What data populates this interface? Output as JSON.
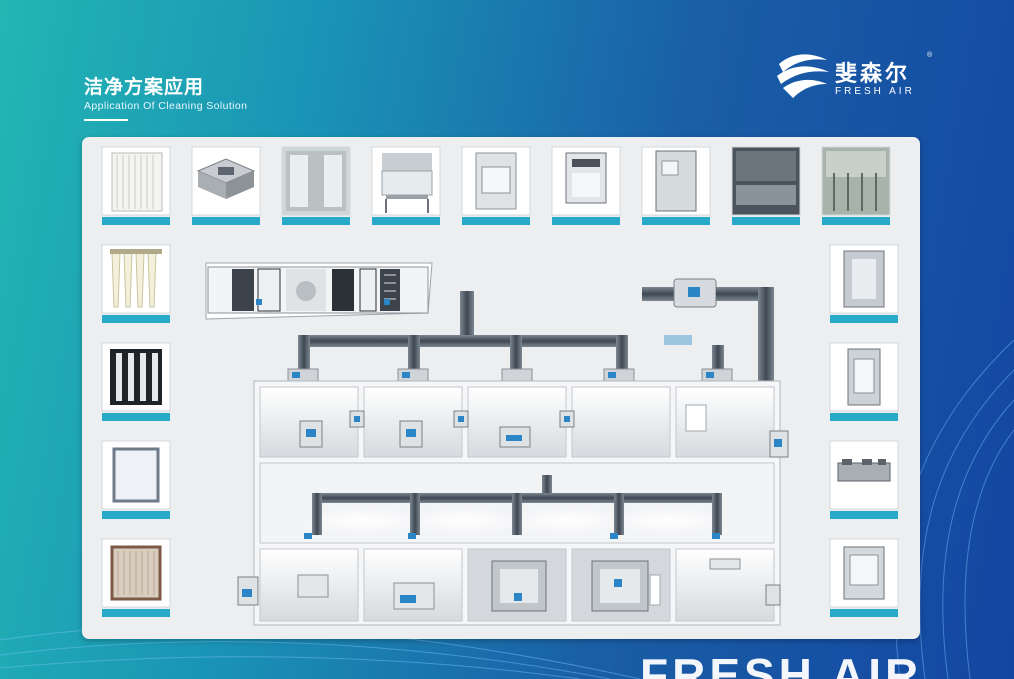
{
  "header": {
    "title_cn": "洁净方案应用",
    "title_en": "Application Of Cleaning Solution"
  },
  "logo": {
    "name_cn": "斐森尔",
    "name_en": "FRESH AIR",
    "registered_mark": "®"
  },
  "watermark": {
    "text": "FRESH AIR"
  },
  "colors": {
    "bg_left": "#22b6b3",
    "bg_right": "#1346a2",
    "panel": "#eceef0",
    "label_bar": "#27a9c8",
    "duct": "#5c6773",
    "device_blue": "#2a86c6"
  },
  "catalog": {
    "top_row": [
      {
        "name": "filter-panel",
        "icon": "panel-filter-icon"
      },
      {
        "name": "fan-filter-unit",
        "icon": "ffu-icon"
      },
      {
        "name": "air-shower",
        "icon": "air-shower-icon"
      },
      {
        "name": "clean-bench",
        "icon": "clean-bench-icon"
      },
      {
        "name": "pass-box",
        "icon": "pass-box-icon"
      },
      {
        "name": "weighing-booth",
        "icon": "booth-icon"
      },
      {
        "name": "cabinet",
        "icon": "cabinet-icon"
      },
      {
        "name": "air-outlet",
        "icon": "outlet-icon"
      },
      {
        "name": "workshop",
        "icon": "workshop-icon"
      }
    ],
    "left_column": [
      {
        "name": "bag-filter",
        "icon": "bag-filter-icon"
      },
      {
        "name": "v-bank-filter",
        "icon": "v-filter-icon"
      },
      {
        "name": "hepa-filter",
        "icon": "hepa-filter-icon"
      },
      {
        "name": "box-filter",
        "icon": "box-filter-icon"
      }
    ],
    "right_column": [
      {
        "name": "air-shower-room",
        "icon": "shower-room-icon"
      },
      {
        "name": "pass-window",
        "icon": "pass-window-icon"
      },
      {
        "name": "air-handler",
        "icon": "handler-icon"
      },
      {
        "name": "cabinet-unit",
        "icon": "cabinet-unit-icon"
      }
    ]
  },
  "diagram": {
    "air_handling_unit": {
      "name": "air-handling-unit"
    },
    "exhaust_unit": {
      "name": "exhaust-unit"
    },
    "floors": 3
  }
}
